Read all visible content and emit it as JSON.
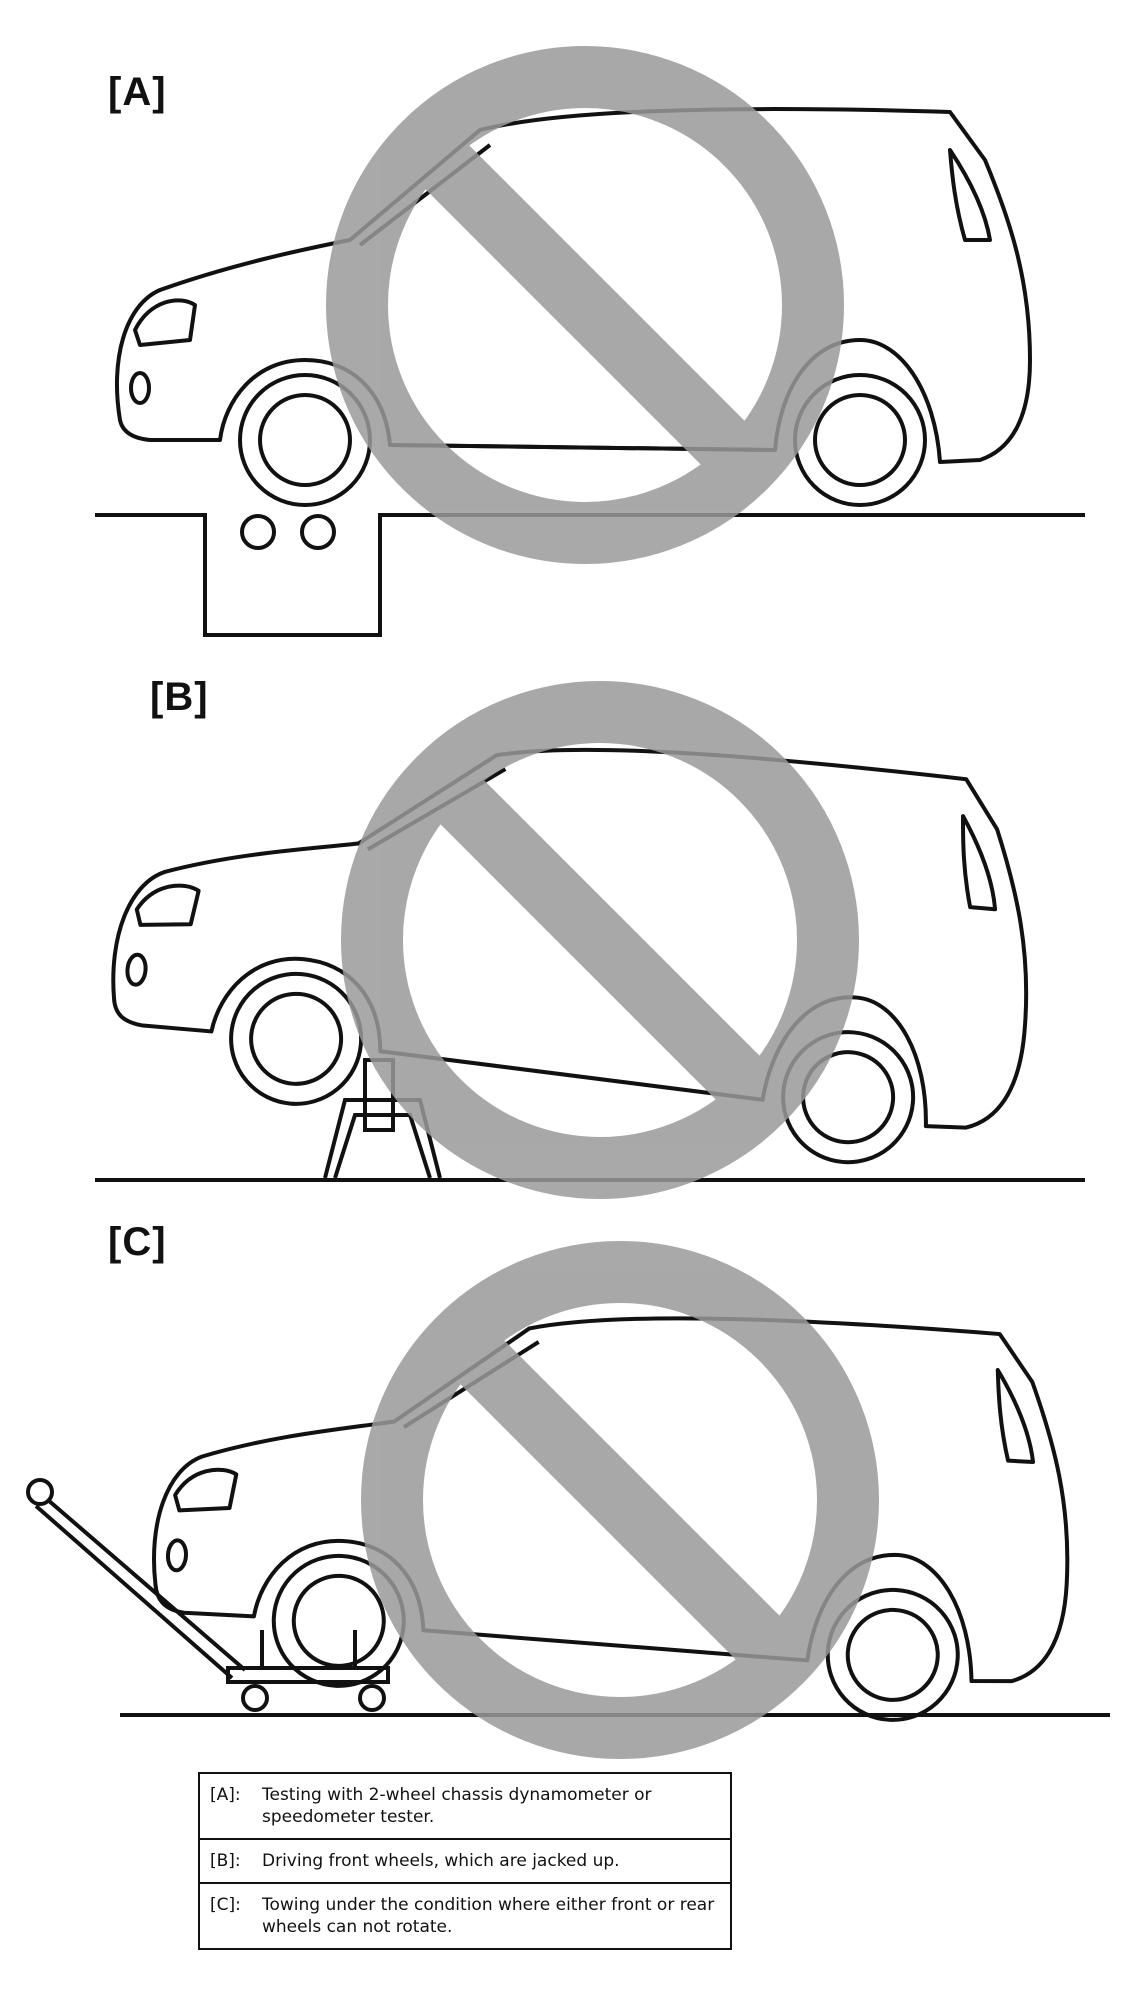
{
  "panels": [
    {
      "label": "[A]",
      "scene": "dynamometer"
    },
    {
      "label": "[B]",
      "scene": "jack-stand"
    },
    {
      "label": "[C]",
      "scene": "tow-dolly"
    }
  ],
  "legend": [
    {
      "tag": "[A]:",
      "text": "Testing with 2-wheel chassis dynamometer or speedometer tester."
    },
    {
      "tag": "[B]:",
      "text": "Driving front wheels, which are jacked up."
    },
    {
      "tag": "[C]:",
      "text": "Towing under the condition where either front or rear wheels can not rotate."
    }
  ],
  "colors": {
    "line": "#111111",
    "prohibition": "#9a9a9a"
  },
  "icons": [
    "prohibition-icon",
    "car-icon",
    "roller-icon",
    "jack-stand-icon",
    "tow-dolly-icon"
  ]
}
